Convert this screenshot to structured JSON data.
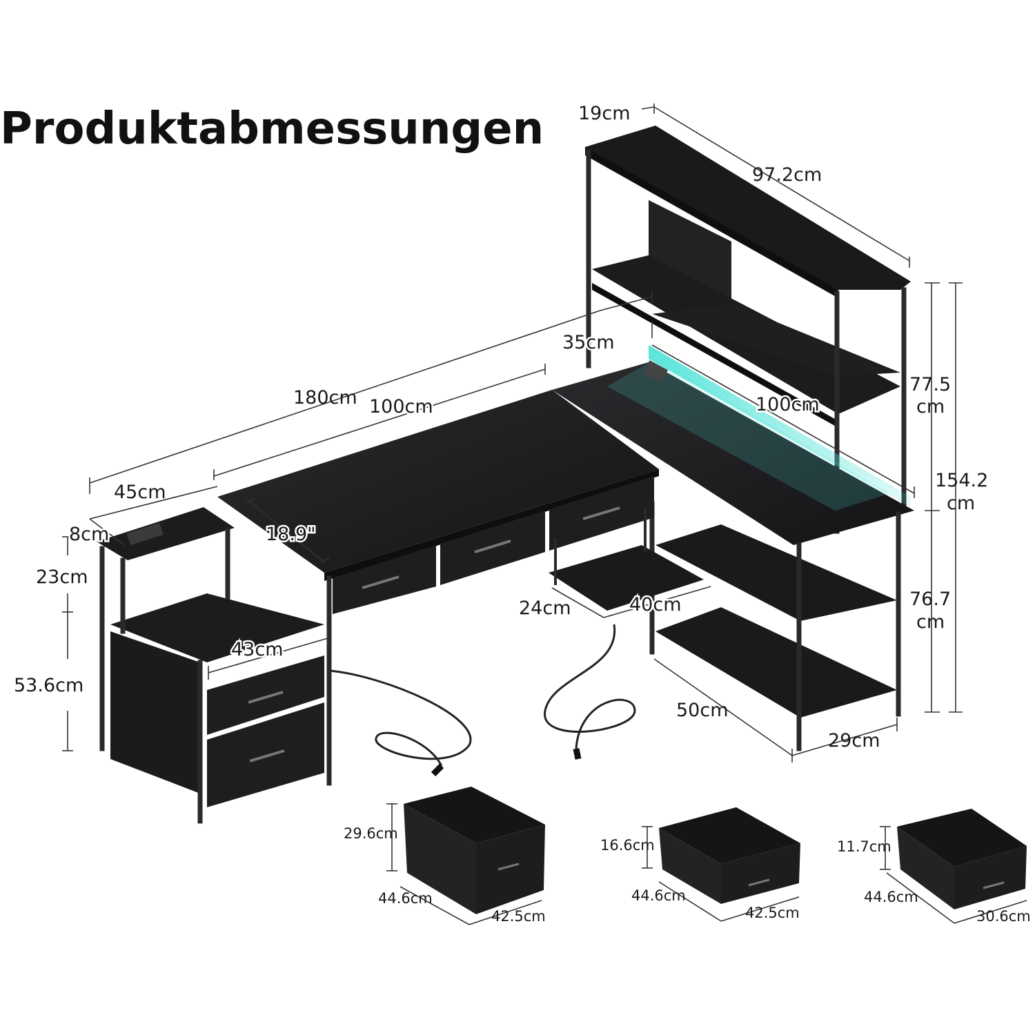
{
  "title": "Produktabmessungen",
  "colors": {
    "wood": "#1c1c1e",
    "wood_top": "#2a2a2c",
    "frame": "#2a2a2a",
    "led": "#4fe3d8",
    "fabric": "#1e1e1e"
  },
  "dimensions": {
    "hutch_depth": "19cm",
    "hutch_width": "97.2cm",
    "hutch_gap": "35cm",
    "desk_total": "180cm",
    "desk_center": "100cm",
    "desk_return": "100cm",
    "side_width": "45cm",
    "side_top": "8cm",
    "drawer_span": "18.9\"",
    "riser_height": "23cm",
    "cabinet_width": "43cm",
    "cabinet_height": "53.6cm",
    "tray_depth": "24cm",
    "tray_width": "40cm",
    "hutch_height": "77.5",
    "hutch_height_unit": "cm",
    "total_height": "154.2",
    "total_height_unit": "cm",
    "desk_height": "76.7",
    "desk_height_unit": "cm",
    "shelf_width": "50cm",
    "shelf_depth": "29cm"
  },
  "bins": [
    {
      "height": "29.6cm",
      "width": "44.6cm",
      "depth": "42.5cm"
    },
    {
      "height": "16.6cm",
      "width": "44.6cm",
      "depth": "42.5cm"
    },
    {
      "height": "11.7cm",
      "width": "44.6cm",
      "depth": "30.6cm"
    }
  ]
}
